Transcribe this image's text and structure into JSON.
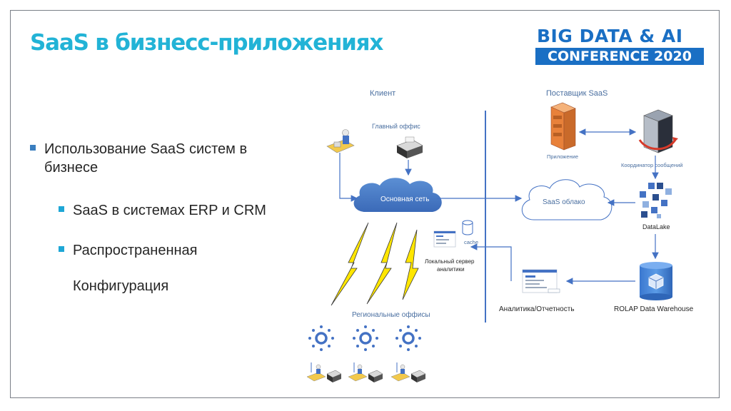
{
  "slide": {
    "title": "SaaS в бизнесс-приложениях"
  },
  "logo": {
    "line1": "BIG DATA & AI",
    "line2": "CONFERENCE 2020",
    "color": "#1a6fc4"
  },
  "bullets": {
    "item1": "Использование SaaS систем в бизнесе",
    "item2": "SaaS в системах ERP и CRM",
    "item3_line1": "Распространенная",
    "item3_line2": "Конфигурация"
  },
  "diagram": {
    "client_header": "Клиент",
    "provider_header": "Поставщик SaaS",
    "main_office": "Главный оффис",
    "main_network": "Основная сеть",
    "app_label": "Приложение",
    "coordinator_label": "Координатор сообщений",
    "saas_cloud": "SaaS облако",
    "datalake": "DataLake",
    "cache": "cache",
    "local_server_line1": "Локальный сервер",
    "local_server_line2": "аналитики",
    "analytics": "Аналитика/Отчетность",
    "rolap": "ROLAP Data Warehouse",
    "regional_offices": "Региональные оффисы"
  },
  "colors": {
    "title": "#22b3d6",
    "network_blue": "#4472c4",
    "lightning": "#ffe600",
    "server_orange": "#e8813a"
  }
}
